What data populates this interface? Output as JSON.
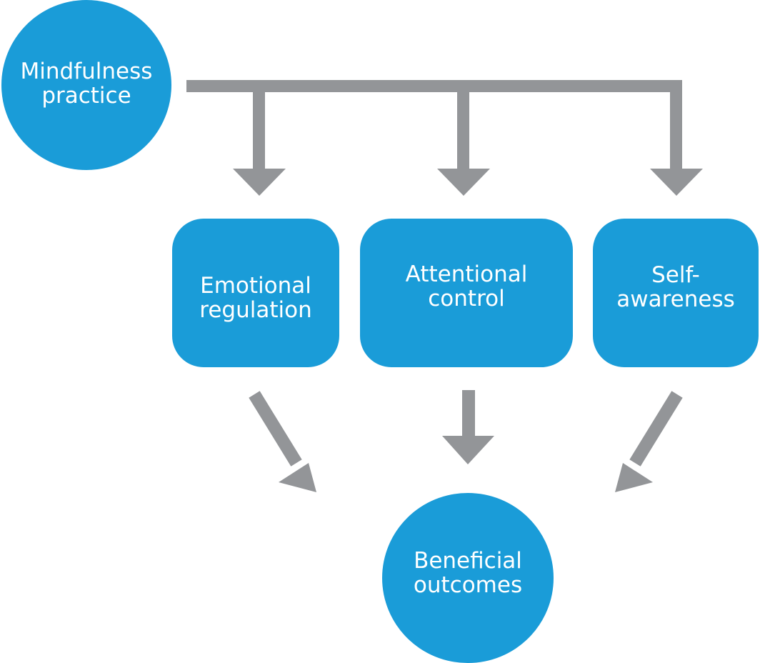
{
  "colors": {
    "node_fill": "#1a9cd8",
    "node_text": "#ffffff",
    "arrow": "#939598"
  },
  "nodes": {
    "mindfulness": {
      "line1": "Mindfulness",
      "line2": "practice"
    },
    "emotional": {
      "line1": "Emotional",
      "line2": "regulation"
    },
    "attentional": {
      "line1": "Attentional",
      "line2": "control"
    },
    "self": {
      "line1": "Self-",
      "line2": "awareness"
    },
    "beneficial": {
      "line1": "Beneficial",
      "line2": "outcomes"
    }
  },
  "edges": [
    {
      "from": "mindfulness",
      "to": "emotional"
    },
    {
      "from": "mindfulness",
      "to": "attentional"
    },
    {
      "from": "mindfulness",
      "to": "self"
    },
    {
      "from": "emotional",
      "to": "beneficial"
    },
    {
      "from": "attentional",
      "to": "beneficial"
    },
    {
      "from": "self",
      "to": "beneficial"
    }
  ]
}
